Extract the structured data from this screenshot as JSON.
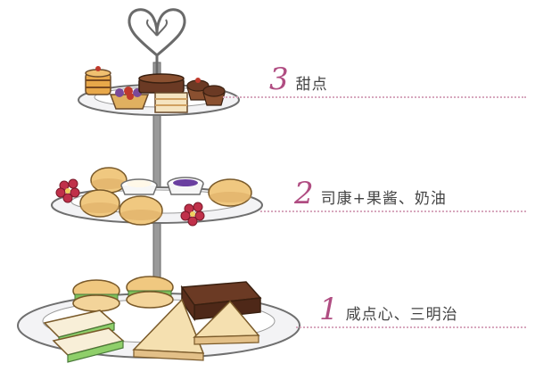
{
  "colors": {
    "accent": "#b04d82",
    "plate_outline": "#6f6f6f",
    "plate_fill": "#f3f3f5",
    "stand": "#8a8a8a",
    "dotted_line": "#d7a7bd"
  },
  "tiers": [
    {
      "number": "3",
      "label": "甜点"
    },
    {
      "number": "2",
      "label": "司康+果酱、奶油"
    },
    {
      "number": "1",
      "label": "咸点心、三明治"
    }
  ],
  "icons": {
    "top_ornament": "heart-finial-icon",
    "flower": "flower-icon"
  }
}
